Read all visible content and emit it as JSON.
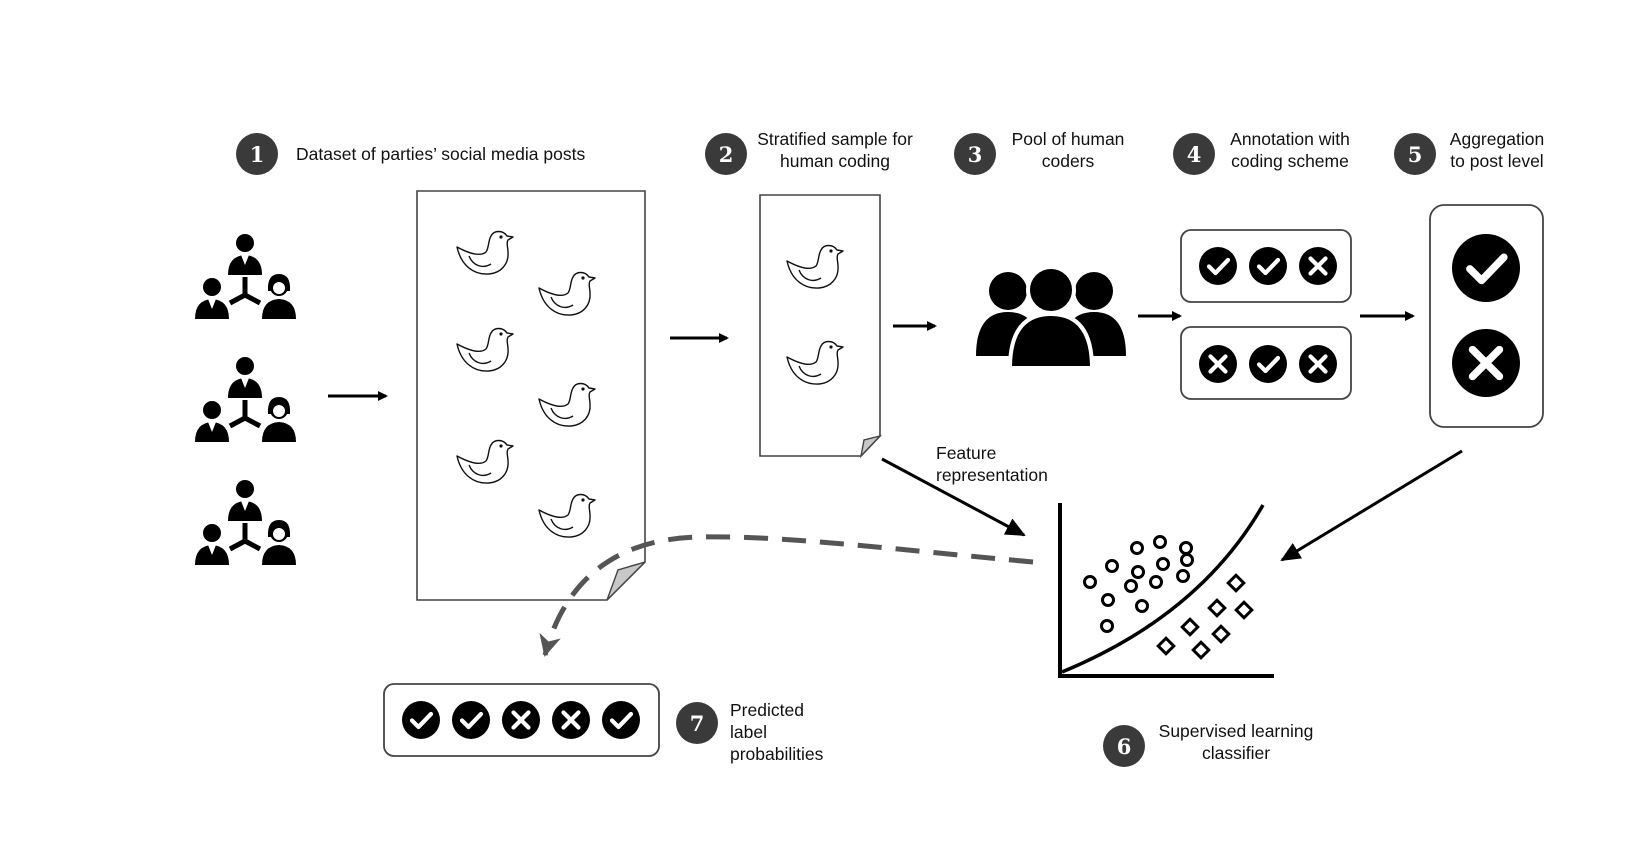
{
  "steps": [
    {
      "number": "1",
      "label": [
        "Dataset of parties’ social media posts"
      ]
    },
    {
      "number": "2",
      "label": [
        "Stratified sample for",
        "human coding"
      ]
    },
    {
      "number": "3",
      "label": [
        "Pool of human",
        "coders"
      ]
    },
    {
      "number": "4",
      "label": [
        "Annotation with",
        "coding scheme"
      ]
    },
    {
      "number": "5",
      "label": [
        "Aggregation",
        "to post level"
      ]
    },
    {
      "number": "6",
      "label": [
        "Supervised learning",
        "classifier"
      ]
    },
    {
      "number": "7",
      "label": [
        "Predicted",
        "label",
        "probabilities"
      ]
    }
  ],
  "feature_representation": [
    "Feature",
    "representation"
  ],
  "annotation_rows": [
    [
      "check",
      "check",
      "cross"
    ],
    [
      "cross",
      "check",
      "cross"
    ]
  ],
  "aggregated_labels": [
    "check",
    "cross"
  ],
  "predicted_labels": [
    "check",
    "check",
    "cross",
    "cross",
    "check"
  ],
  "icons": {
    "party_group": "party-network-icon",
    "post": "twitter-bird-icon",
    "coders": "people-group-icon",
    "check": "check-circle-icon",
    "cross": "cross-circle-icon"
  },
  "colors": {
    "badge": "#3a3a3a",
    "ink": "#000000",
    "fold": "#c8c8c8",
    "dashed": "#555555"
  }
}
